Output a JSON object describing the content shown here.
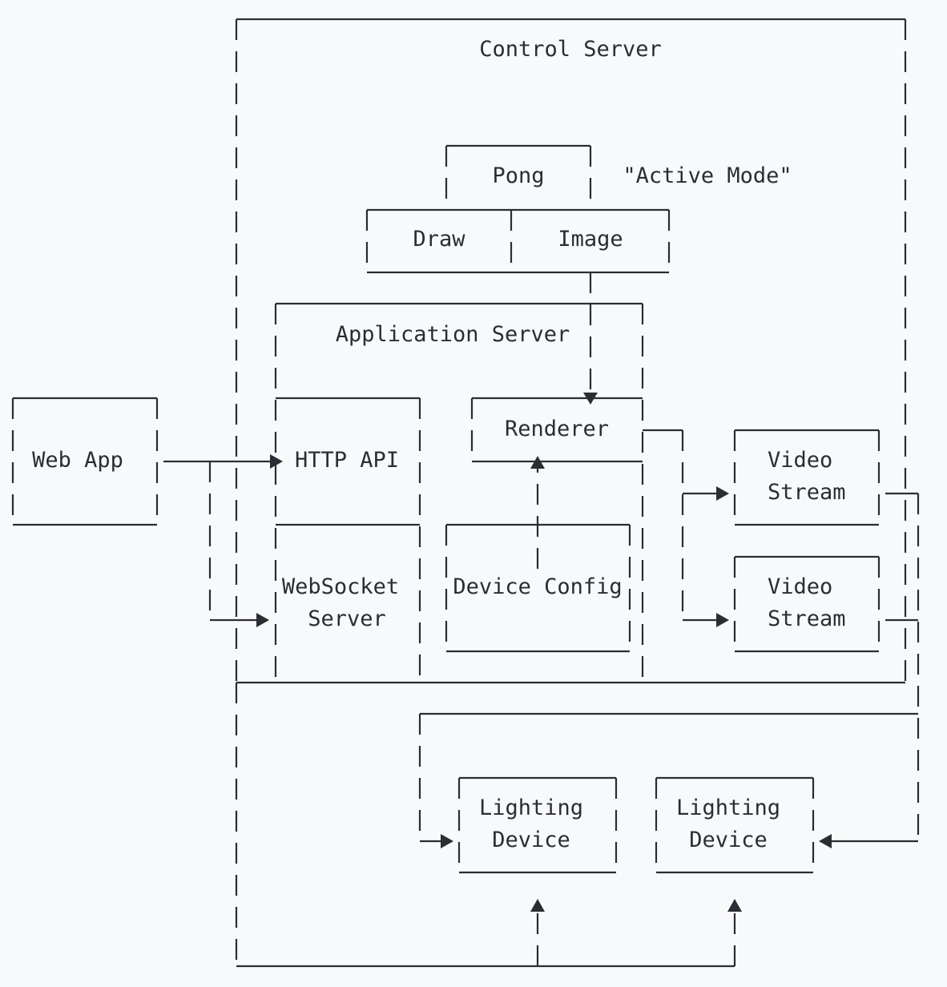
{
  "labels": {
    "control_server": "Control Server",
    "pong": "Pong",
    "active_mode": "\"Active Mode\"",
    "draw": "Draw",
    "image": "Image",
    "application_server": "Application Server",
    "web_app": "Web App",
    "http_api": "HTTP API",
    "renderer": "Renderer",
    "websocket_server_line1": "WebSocket",
    "websocket_server_line2": "Server",
    "device_config": "Device Config",
    "video_stream_1_line1": "Video",
    "video_stream_1_line2": "Stream",
    "video_stream_2_line1": "Video",
    "video_stream_2_line2": "Stream",
    "lighting_device_1_line1": "Lighting",
    "lighting_device_1_line2": "Device",
    "lighting_device_2_line1": "Lighting",
    "lighting_device_2_line2": "Device"
  },
  "colors": {
    "background": "#f8f9fa",
    "stroke": "#2a2d33"
  }
}
